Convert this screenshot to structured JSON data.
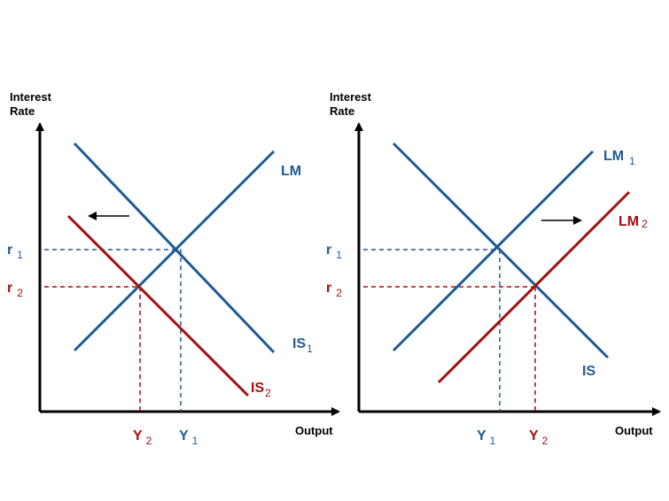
{
  "colors": {
    "blue": "#1f5a96",
    "red": "#a50f0f",
    "axis": "#000000"
  },
  "left_panel": {
    "y_axis_title_line1": "Interest",
    "y_axis_title_line2": "Rate",
    "x_axis_title": "Output",
    "curves": {
      "lm": "LM",
      "is1_main": "IS",
      "is1_sub": "1",
      "is2_main": "IS",
      "is2_sub": "2"
    },
    "levels": {
      "r1_main": "r",
      "r1_sub": "1",
      "r2_main": "r",
      "r2_sub": "2",
      "y1_main": "Y",
      "y1_sub": "1",
      "y2_main": "Y",
      "y2_sub": "2"
    },
    "shift_direction": "left"
  },
  "right_panel": {
    "y_axis_title_line1": "Interest",
    "y_axis_title_line2": "Rate",
    "x_axis_title": "Output",
    "curves": {
      "is": "IS",
      "lm1_main": "LM",
      "lm1_sub": "1",
      "lm2_main": "LM",
      "lm2_sub": "2"
    },
    "levels": {
      "r1_main": "r",
      "r1_sub": "1",
      "r2_main": "r",
      "r2_sub": "2",
      "y1_main": "Y",
      "y1_sub": "1",
      "y2_main": "Y",
      "y2_sub": "2"
    },
    "shift_direction": "right"
  }
}
